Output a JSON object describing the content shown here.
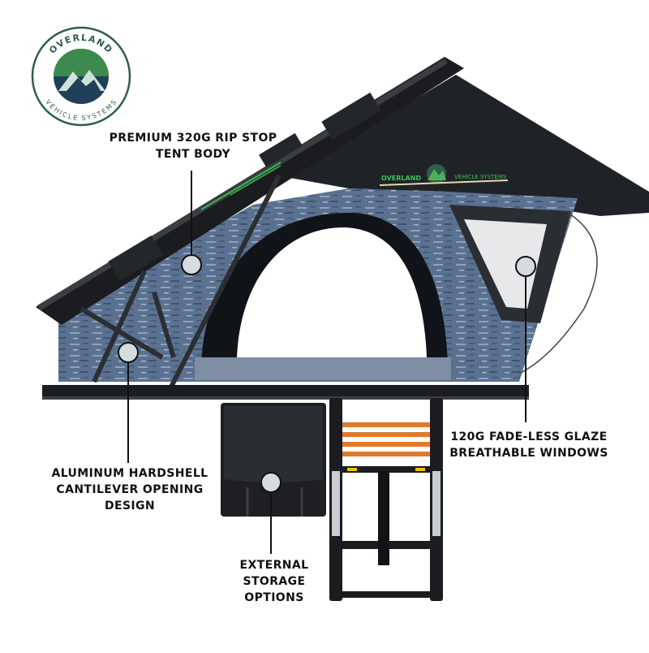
{
  "logo": {
    "top_text": "OVERLAND",
    "bottom_text": "VEHICLE SYSTEMS"
  },
  "fly_branding": {
    "brand_word": "OVERLAND",
    "brand_sub": "VEHICLE SYSTEMS"
  },
  "callouts": {
    "tent_body": [
      "PREMIUM 320G RIP STOP",
      "TENT BODY"
    ],
    "hardshell": [
      "ALUMINUM HARDSHELL",
      "CANTILEVER OPENING",
      "DESIGN"
    ],
    "storage": [
      "EXTERNAL",
      "STORAGE",
      "OPTIONS"
    ],
    "windows": [
      "120G FADE-LESS GLAZE",
      "BREATHABLE WINDOWS"
    ]
  },
  "colors": {
    "logo_ring": "#2f5e4a",
    "logo_sky": "#1f3f5a",
    "logo_hills": "#3d8a4e",
    "tent_fabric": "#5d7390",
    "rainfly": "#1e2226",
    "shell": "#1a1c1f",
    "ladder_steps": "#e07a2a",
    "accent_green": "#39b54a"
  }
}
